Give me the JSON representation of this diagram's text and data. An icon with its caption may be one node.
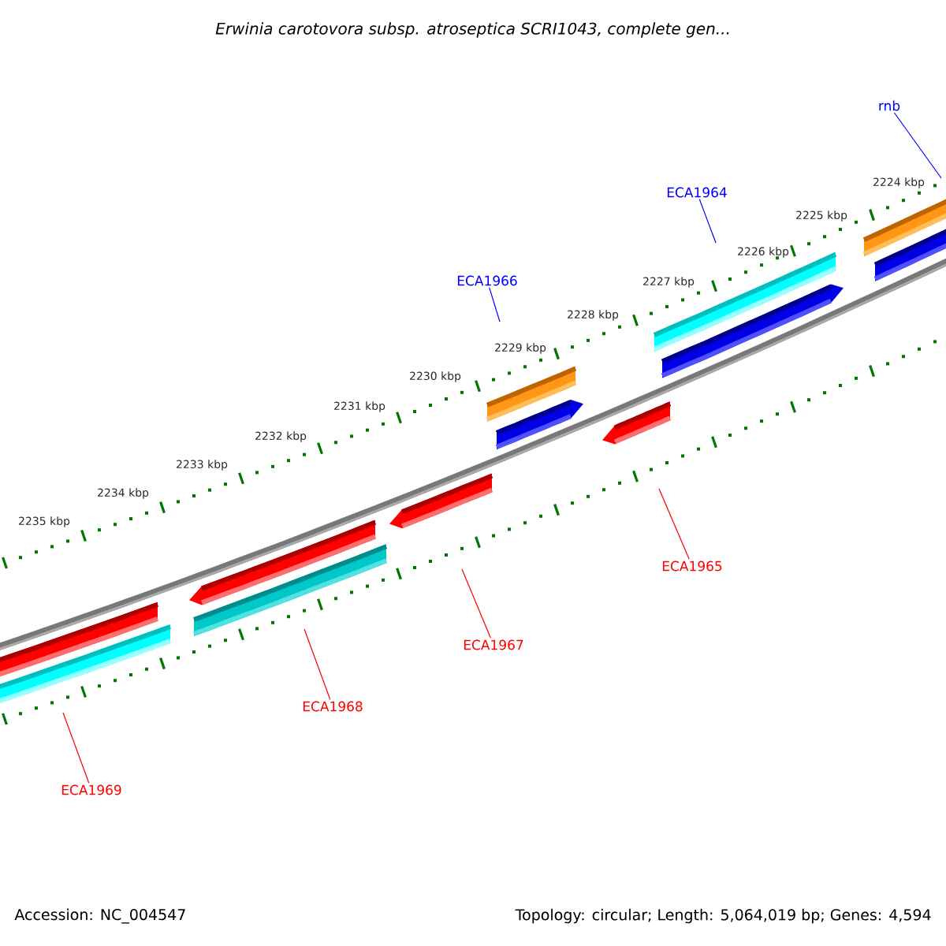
{
  "diagram": {
    "title": "*Erwinia carotovora* subsp. *atroseptica* SCRI1043, complete gen...",
    "nodes": [
      {
        "text": [
          "rnb"
        ]
      },
      {
        "text": [
          "ECA1964"
        ]
      },
      {
        "text": [
          "ECA1966"
        ]
      },
      {
        "text": [
          "ECA1965"
        ]
      },
      {
        "text": [
          "ECA1967"
        ]
      },
      {
        "text": [
          "ECA1968"
        ]
      },
      {
        "text": [
          "ECA1969"
        ]
      }
    ],
    "edges": [
      {
        "from": 0,
        "to": null,
        "arrow": "none",
        "color": "#0000ff"
      },
      {
        "from": 1,
        "to": null,
        "arrow": "none",
        "color": "#0000ff"
      },
      {
        "from": 2,
        "to": null,
        "arrow": "none",
        "color": "#0000ff"
      },
      {
        "from": 3,
        "to": null,
        "arrow": "none"
      },
      {
        "from": 4,
        "to": null,
        "arrow": "none"
      },
      {
        "from": 5,
        "to": null,
        "arrow": "none"
      },
      {
        "from": 6,
        "to": null,
        "arrow": "none"
      }
    ],
    "labels": [
      "2224 kbp",
      "2225 kbp",
      "2226 kbp",
      "2227 kbp",
      "2228 kbp",
      "2229 kbp",
      "2230 kbp",
      "2231 kbp",
      "2232 kbp",
      "2233 kbp",
      "2234 kbp",
      "2235 kbp",
      "Accession: NC_004547",
      "Topology: circular; Length: 5,064,019 bp; Genes: 4,594"
    ]
  }
}
